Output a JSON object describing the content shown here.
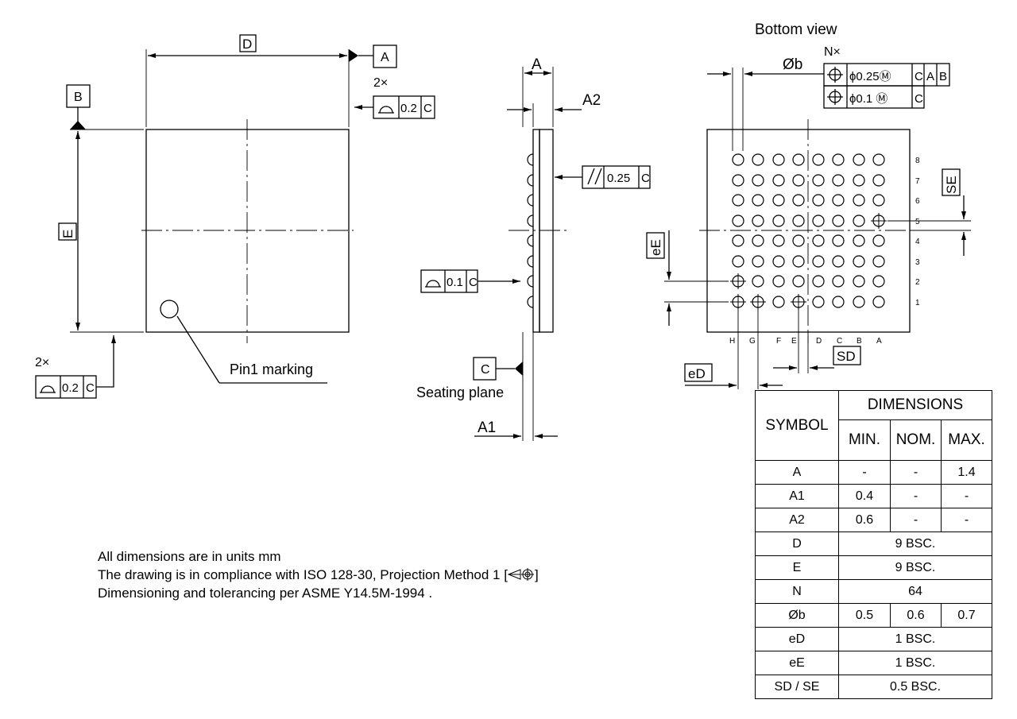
{
  "views": {
    "bottom_view_title": "Bottom view"
  },
  "labels": {
    "D": "D",
    "E": "E",
    "A": "A",
    "A1": "A1",
    "A2": "A2",
    "phi_b": "Øb",
    "eE": "eE",
    "eD": "eD",
    "SD": "SD",
    "SE": "SE",
    "pin1": "Pin1 marking",
    "seating_plane": "Seating plane",
    "datum_A": "A",
    "datum_B": "B",
    "datum_C_side": "C"
  },
  "tolerance_frames": {
    "top_right_count": "2×",
    "top_right": [
      "⌓",
      "0.2",
      "C"
    ],
    "bottom_left_count": "2×",
    "bottom_left": [
      "⌓",
      "0.2",
      "C"
    ],
    "parallel": [
      "//",
      "0.25",
      "C"
    ],
    "side_flat": [
      "⌓",
      "0.1",
      "C"
    ],
    "ball_count": "N×",
    "ball_pos_1": [
      "⊕",
      "ϕ0.25Ⓜ",
      "C",
      "A",
      "B"
    ],
    "ball_pos_2": [
      "⊕",
      "ϕ0.1 Ⓜ",
      "C"
    ]
  },
  "grid": {
    "row_labels": [
      "8",
      "7",
      "6",
      "5",
      "4",
      "3",
      "2",
      "1"
    ],
    "col_labels": [
      "H",
      "G",
      "F",
      "E",
      "D",
      "C",
      "B",
      "A"
    ]
  },
  "notes": [
    "All dimensions are in units mm",
    "The drawing is in compliance with ISO 128-30, Projection Method 1 [",
    "]",
    "Dimensioning and tolerancing per ASME Y14.5M-1994 ."
  ],
  "table": {
    "symbol_header": "SYMBOL",
    "dimensions_header": "DIMENSIONS",
    "min_header": "MIN.",
    "nom_header": "NOM.",
    "max_header": "MAX.",
    "rows": [
      {
        "symbol": "A",
        "min": "-",
        "nom": "-",
        "max": "1.4"
      },
      {
        "symbol": "A1",
        "min": "0.4",
        "nom": "-",
        "max": "-"
      },
      {
        "symbol": "A2",
        "min": "0.6",
        "nom": "-",
        "max": "-"
      },
      {
        "symbol": "D",
        "span": "9 BSC."
      },
      {
        "symbol": "E",
        "span": "9 BSC."
      },
      {
        "symbol": "N",
        "span": "64"
      },
      {
        "symbol": "Øb",
        "min": "0.5",
        "nom": "0.6",
        "max": "0.7"
      },
      {
        "symbol": "eD",
        "span": "1 BSC."
      },
      {
        "symbol": "eE",
        "span": "1 BSC."
      },
      {
        "symbol": "SD / SE",
        "span": "0.5 BSC."
      }
    ]
  }
}
